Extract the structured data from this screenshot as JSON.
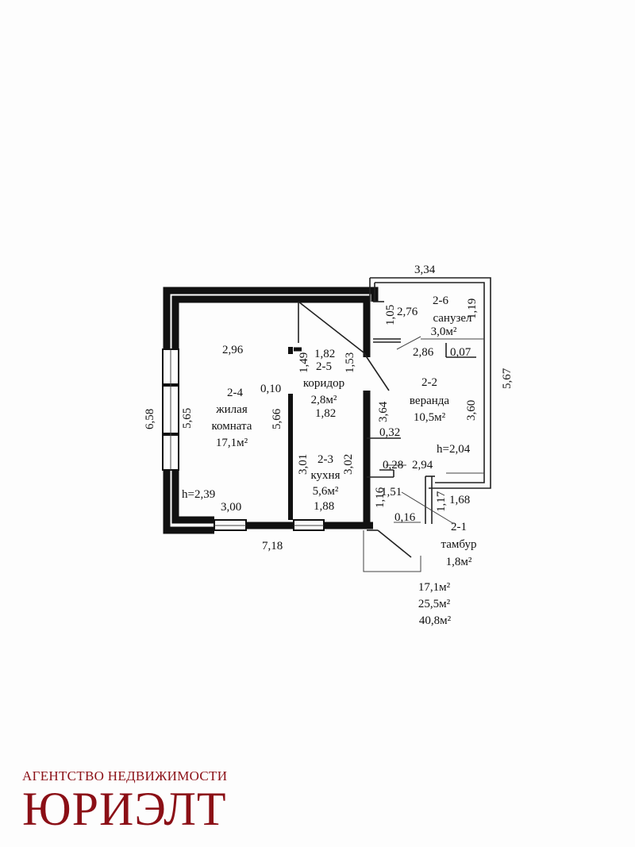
{
  "rooms": [
    {
      "code": "2-4",
      "name1": "жилая",
      "name2": "комната",
      "area": "17,1м²"
    },
    {
      "code": "2-5",
      "name1": "коридор",
      "area": "2,8м²"
    },
    {
      "code": "2-3",
      "name1": "кухня",
      "area": "5,6м²"
    },
    {
      "code": "2-2",
      "name1": "веранда",
      "area": "10,5м²"
    },
    {
      "code": "2-6",
      "name1": "санузел",
      "area": "3,0м²"
    },
    {
      "code": "2-1",
      "name1": "тамбур",
      "area": "1,8м²"
    }
  ],
  "dims": {
    "top_334": "3,34",
    "d_296": "2,96",
    "d_658": "6,58",
    "d_565": "5,65",
    "d_566": "5,66",
    "d_010": "0,10",
    "d_149": "1,49",
    "d_182a": "1,82",
    "d_153": "1,53",
    "d_182b": "1,82",
    "d_301": "3,01",
    "d_302": "3,02",
    "d_188": "1,88",
    "d_300": "3,00",
    "d_718": "7,18",
    "d_239": "h=2,39",
    "d_105": "1,05",
    "d_276": "2,76",
    "d_119": "1,19",
    "d_286": "2,86",
    "d_007": "0,07",
    "d_364": "3,64",
    "d_032": "0,32",
    "d_360": "3,60",
    "d_567": "5,67",
    "d_204": "h=2,04",
    "d_028": "0,28",
    "d_294": "2,94",
    "d_151": "1,51",
    "d_116": "1,16",
    "d_117": "1,17",
    "d_168": "1,68",
    "d_016": "0,16"
  },
  "totals": {
    "t1": "17,1м²",
    "t2": "25,5м²",
    "t3": "40,8м²"
  },
  "brand": {
    "subtitle": "АГЕНТСТВО НЕДВИЖИМОСТИ",
    "name": "ЮРИЭЛТ",
    "color": "#8b0f16"
  }
}
